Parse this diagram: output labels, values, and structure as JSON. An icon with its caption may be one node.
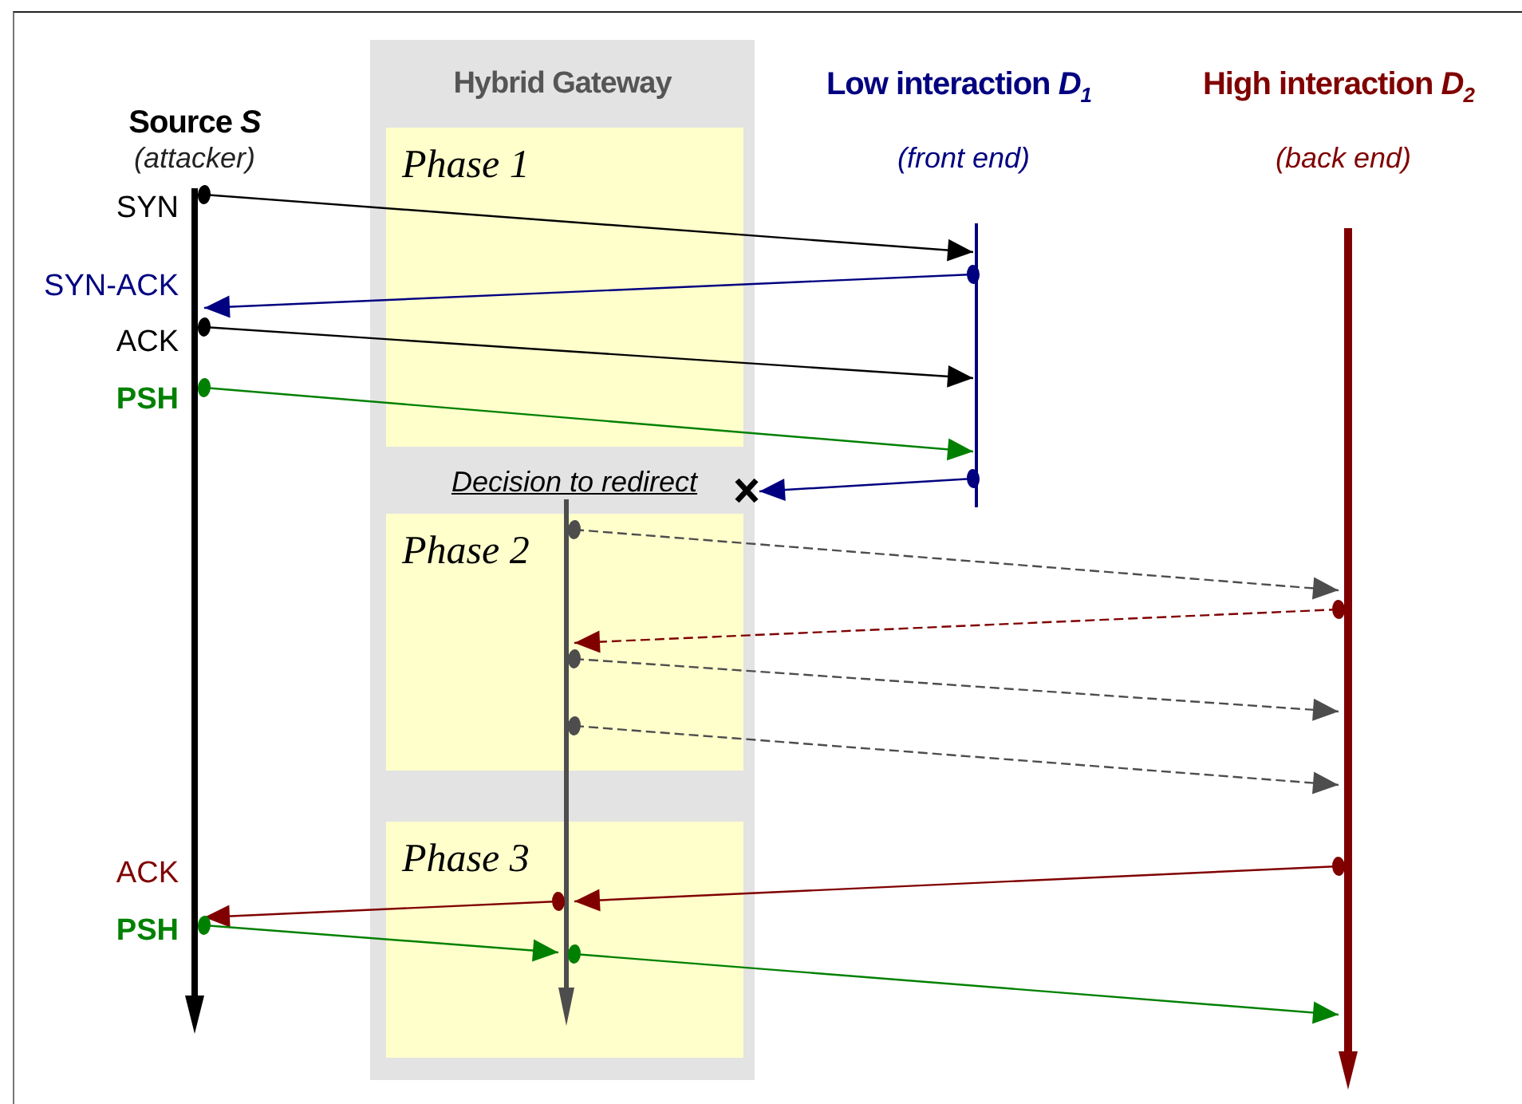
{
  "diagram": {
    "nodes": [
      {
        "text": [],
        "shape": "line",
        "beside": [
          "Source *S*",
          "(attacker)"
        ]
      },
      {
        "text": [
          "Hybrid Gateway"
        ]
      },
      {
        "text": [],
        "shape": "line",
        "beside": [
          "Decision to redirect"
        ],
        "in": 1
      },
      {
        "text": [],
        "shape": "line",
        "beside": [
          "Low interaction *D*$_{1}$",
          "(front end)"
        ]
      },
      {
        "text": [],
        "shape": "line",
        "beside": [
          "High interaction *D*$_{2}$",
          "(back end)"
        ]
      },
      {
        "text": [],
        "shape": "cross"
      }
    ],
    "edges": [
      {
        "from": 0,
        "to": 3,
        "arrow": "to",
        "label": "SYN",
        "color": "#000000"
      },
      {
        "from": 3,
        "to": 0,
        "arrow": "to",
        "label": "SYN-ACK",
        "color": "#000080"
      },
      {
        "from": 0,
        "to": 3,
        "arrow": "to",
        "label": "ACK",
        "color": "#000000"
      },
      {
        "from": 0,
        "to": 3,
        "arrow": "to",
        "label": "PSH",
        "color": "#008000"
      },
      {
        "from": 3,
        "to": 5,
        "arrow": "to",
        "color": "#000080"
      },
      {
        "from": 2,
        "to": 4,
        "arrow": "to",
        "style": "dashed",
        "color": "#4d4d4d"
      },
      {
        "from": 4,
        "to": 2,
        "arrow": "to",
        "style": "dashed",
        "color": "#800000"
      },
      {
        "from": 2,
        "to": 4,
        "arrow": "to",
        "style": "dashed",
        "color": "#4d4d4d"
      },
      {
        "from": 2,
        "to": 4,
        "arrow": "to",
        "style": "dashed",
        "color": "#4d4d4d"
      },
      {
        "from": 4,
        "to": 2,
        "arrow": "to",
        "color": "#800000"
      },
      {
        "from": 2,
        "to": 0,
        "arrow": "to",
        "label": "ACK",
        "color": "#800000"
      },
      {
        "from": 0,
        "to": 2,
        "arrow": "to",
        "label": "PSH",
        "color": "#008000"
      },
      {
        "from": 2,
        "to": 4,
        "arrow": "to",
        "color": "#008000"
      }
    ],
    "labels": [
      "Phase 1",
      "Phase 2",
      "Phase 3"
    ]
  }
}
